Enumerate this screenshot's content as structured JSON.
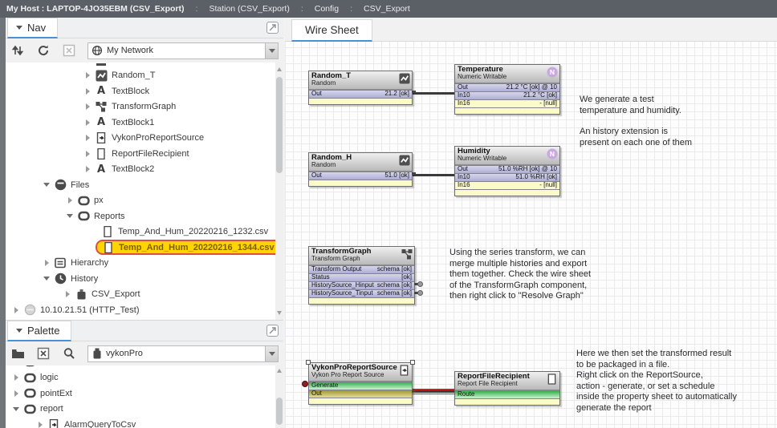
{
  "topbar": {
    "host": "My Host : LAPTOP-4JO35EBM (CSV_Export)",
    "separator": ":",
    "crumb1": "Station (CSV_Export)",
    "crumb2": "Config",
    "crumb3": "CSV_Export"
  },
  "nav": {
    "title": "Nav",
    "network_select": "My Network",
    "tree": [
      {
        "label": "Random_T",
        "icon": "random-wave-icon"
      },
      {
        "label": "TextBlock",
        "icon": "text-a-icon"
      },
      {
        "label": "TransformGraph",
        "icon": "transform-graph-icon"
      },
      {
        "label": "TextBlock1",
        "icon": "text-a-icon"
      },
      {
        "label": "VykonProReportSource",
        "icon": "report-source-icon"
      },
      {
        "label": "ReportFileRecipient",
        "icon": "document-icon"
      },
      {
        "label": "TextBlock2",
        "icon": "text-a-icon"
      },
      {
        "label": "Files",
        "icon": "files-disk-icon"
      },
      {
        "label": "px",
        "icon": "module-folder-icon"
      },
      {
        "label": "Reports",
        "icon": "module-folder-icon"
      },
      {
        "label": "Temp_And_Hum_20220216_1232.csv",
        "icon": "document-icon"
      },
      {
        "label": "Temp_And_Hum_20220216_1344.csv",
        "icon": "document-icon",
        "highlighted": true
      },
      {
        "label": "Hierarchy",
        "icon": "hierarchy-icon"
      },
      {
        "label": "History",
        "icon": "history-icon"
      },
      {
        "label": "CSV_Export",
        "icon": "history-database-icon"
      },
      {
        "label": "10.10.21.51 (HTTP_Test)",
        "icon": "station-offline-icon"
      }
    ]
  },
  "palette": {
    "title": "Palette",
    "module_select": "vykonPro",
    "tree": [
      {
        "label": "logic",
        "icon": "module-folder-icon"
      },
      {
        "label": "pointExt",
        "icon": "module-folder-icon"
      },
      {
        "label": "report",
        "icon": "module-folder-icon"
      },
      {
        "label": "AlarmQueryToCsv",
        "icon": "report-source-icon"
      }
    ]
  },
  "wiresheet": {
    "tab": "Wire Sheet",
    "blocks": [
      {
        "title": "Random_T",
        "subtitle": "Random",
        "icon": "random-wave-icon",
        "rows": [
          {
            "label": "Out",
            "value": "21.2 [ok]"
          }
        ]
      },
      {
        "title": "Temperature",
        "subtitle": "Numeric Writable",
        "icon": "numeric-writable-icon",
        "rows": [
          {
            "label": "Out",
            "value": "21.2 °C [ok] @ 10"
          },
          {
            "label": "In10",
            "value": "21.2 °C [ok]"
          },
          {
            "label": "In16",
            "value": "- [null]"
          }
        ]
      },
      {
        "title": "Random_H",
        "subtitle": "Random",
        "icon": "random-wave-icon",
        "rows": [
          {
            "label": "Out",
            "value": "51.0 [ok]"
          }
        ]
      },
      {
        "title": "Humidity",
        "subtitle": "Numeric Writable",
        "icon": "numeric-writable-icon",
        "rows": [
          {
            "label": "Out",
            "value": "51.0 %RH [ok] @ 10"
          },
          {
            "label": "In10",
            "value": "51.0 %RH [ok]"
          },
          {
            "label": "In16",
            "value": "- [null]"
          }
        ]
      },
      {
        "title": "TransformGraph",
        "subtitle": "Transform Graph",
        "icon": "transform-graph-icon",
        "rows": [
          {
            "label": "Transform Output",
            "value": "schema [ok]"
          },
          {
            "label": "Status",
            "value": "[ok]"
          },
          {
            "label": "HistorySource_Hinput",
            "value": "schema [ok]"
          },
          {
            "label": "HistorySource_Tinput",
            "value": "schema [ok]"
          }
        ]
      },
      {
        "title": "VykonProReportSource",
        "subtitle": "Vykon Pro Report Source",
        "icon": "report-source-icon",
        "rows": [
          {
            "label": "Generate",
            "value": ""
          },
          {
            "label": "Out",
            "value": ""
          }
        ]
      },
      {
        "title": "ReportFileRecipient",
        "subtitle": "Report File Recipient",
        "icon": "document-icon",
        "rows": [
          {
            "label": "Route",
            "value": ""
          }
        ]
      }
    ],
    "notes": [
      {
        "text": "We generate a test\ntemperature and humidity."
      },
      {
        "text": "An history extension is\npresent on each one of them"
      },
      {
        "text": "Using the series transform, we can\nmerge multiple histories and export\nthem together. Check the wire sheet\nof the TransformGraph component,\nthen right click to \"Resolve Graph\""
      },
      {
        "text": "Here we then set the transformed result\nto be packaged in a file.\nRight click on the ReportSource,\naction - generate, or set a schedule\ninside the property sheet to automatically\ngenerate the report"
      }
    ],
    "colors": {
      "accent_blue": "#4a90d6",
      "highlight_yellow": "#ffd400",
      "highlight_border": "#e14f38",
      "row_lavender": "#b9b9dc",
      "row_green": "#44b455",
      "row_olive": "#a89f3e",
      "row_yellow": "#fbfbc9",
      "wire_dark": "#3a3a3c",
      "wire_red": "#c8221f"
    }
  }
}
